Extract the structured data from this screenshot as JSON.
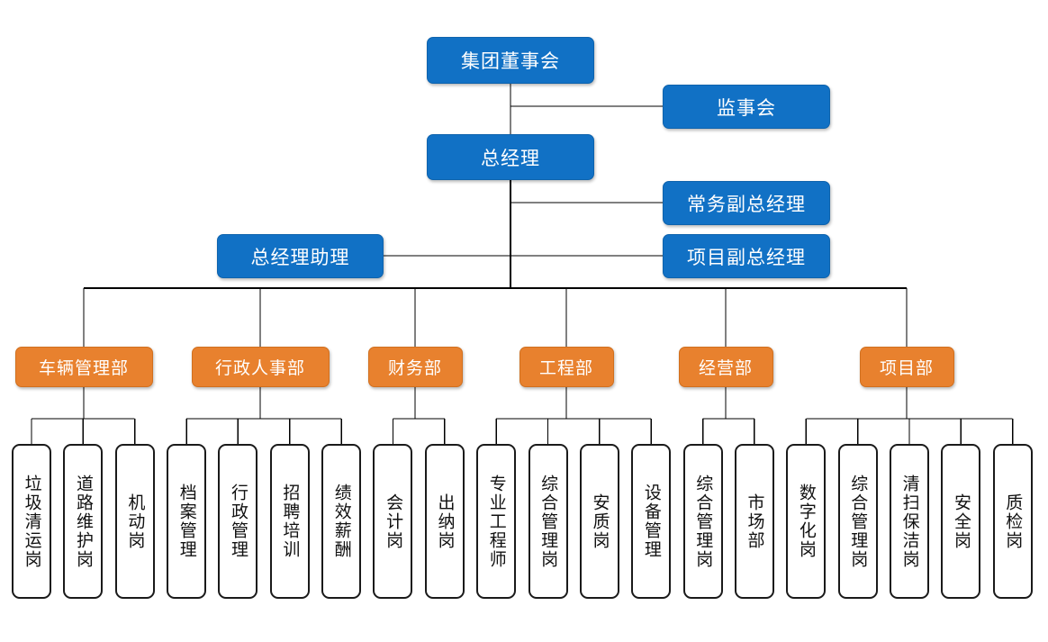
{
  "meta": {
    "title": "集团组织架构图",
    "colors": {
      "executive_blue": "#1171c5",
      "department_orange": "#e8812e",
      "leaf_border": "#1a1a1a",
      "connector": "#000000",
      "background": "#ffffff",
      "node_text": "#ffffff",
      "leaf_text": "#111111"
    }
  },
  "chart_data": {
    "type": "diagram",
    "subtype": "organization-chart",
    "orientation": "top-down",
    "levels": 4,
    "node_count": 31
  },
  "executive": {
    "board": {
      "label": "集团董事会"
    },
    "supervisory": {
      "label": "监事会"
    },
    "general_manager": {
      "label": "总经理"
    },
    "executive_deputy": {
      "label": "常务副总经理"
    },
    "project_deputy": {
      "label": "项目副总经理"
    },
    "assistant": {
      "label": "总经理助理"
    }
  },
  "departments": [
    {
      "id": "vehicle",
      "label": "车辆管理部",
      "positions": [
        {
          "label": "垃圾清运岗"
        },
        {
          "label": "道路维护岗"
        },
        {
          "label": "机动岗"
        }
      ]
    },
    {
      "id": "admin-hr",
      "label": "行政人事部",
      "positions": [
        {
          "label": "档案管理"
        },
        {
          "label": "行政管理"
        },
        {
          "label": "招聘培训"
        },
        {
          "label": "绩效薪酬"
        }
      ]
    },
    {
      "id": "finance",
      "label": "财务部",
      "positions": [
        {
          "label": "会计岗"
        },
        {
          "label": "出纳岗"
        }
      ]
    },
    {
      "id": "engineering",
      "label": "工程部",
      "positions": [
        {
          "label": "专业工程师"
        },
        {
          "label": "综合管理岗"
        },
        {
          "label": "安质岗"
        },
        {
          "label": "设备管理"
        }
      ]
    },
    {
      "id": "operations",
      "label": "经营部",
      "positions": [
        {
          "label": "综合管理岗"
        },
        {
          "label": "市场部"
        }
      ]
    },
    {
      "id": "project",
      "label": "项目部",
      "positions": [
        {
          "label": "数字化岗"
        },
        {
          "label": "综合管理岗"
        },
        {
          "label": "清扫保洁岗"
        },
        {
          "label": "安全岗"
        },
        {
          "label": "质检岗"
        }
      ]
    }
  ]
}
